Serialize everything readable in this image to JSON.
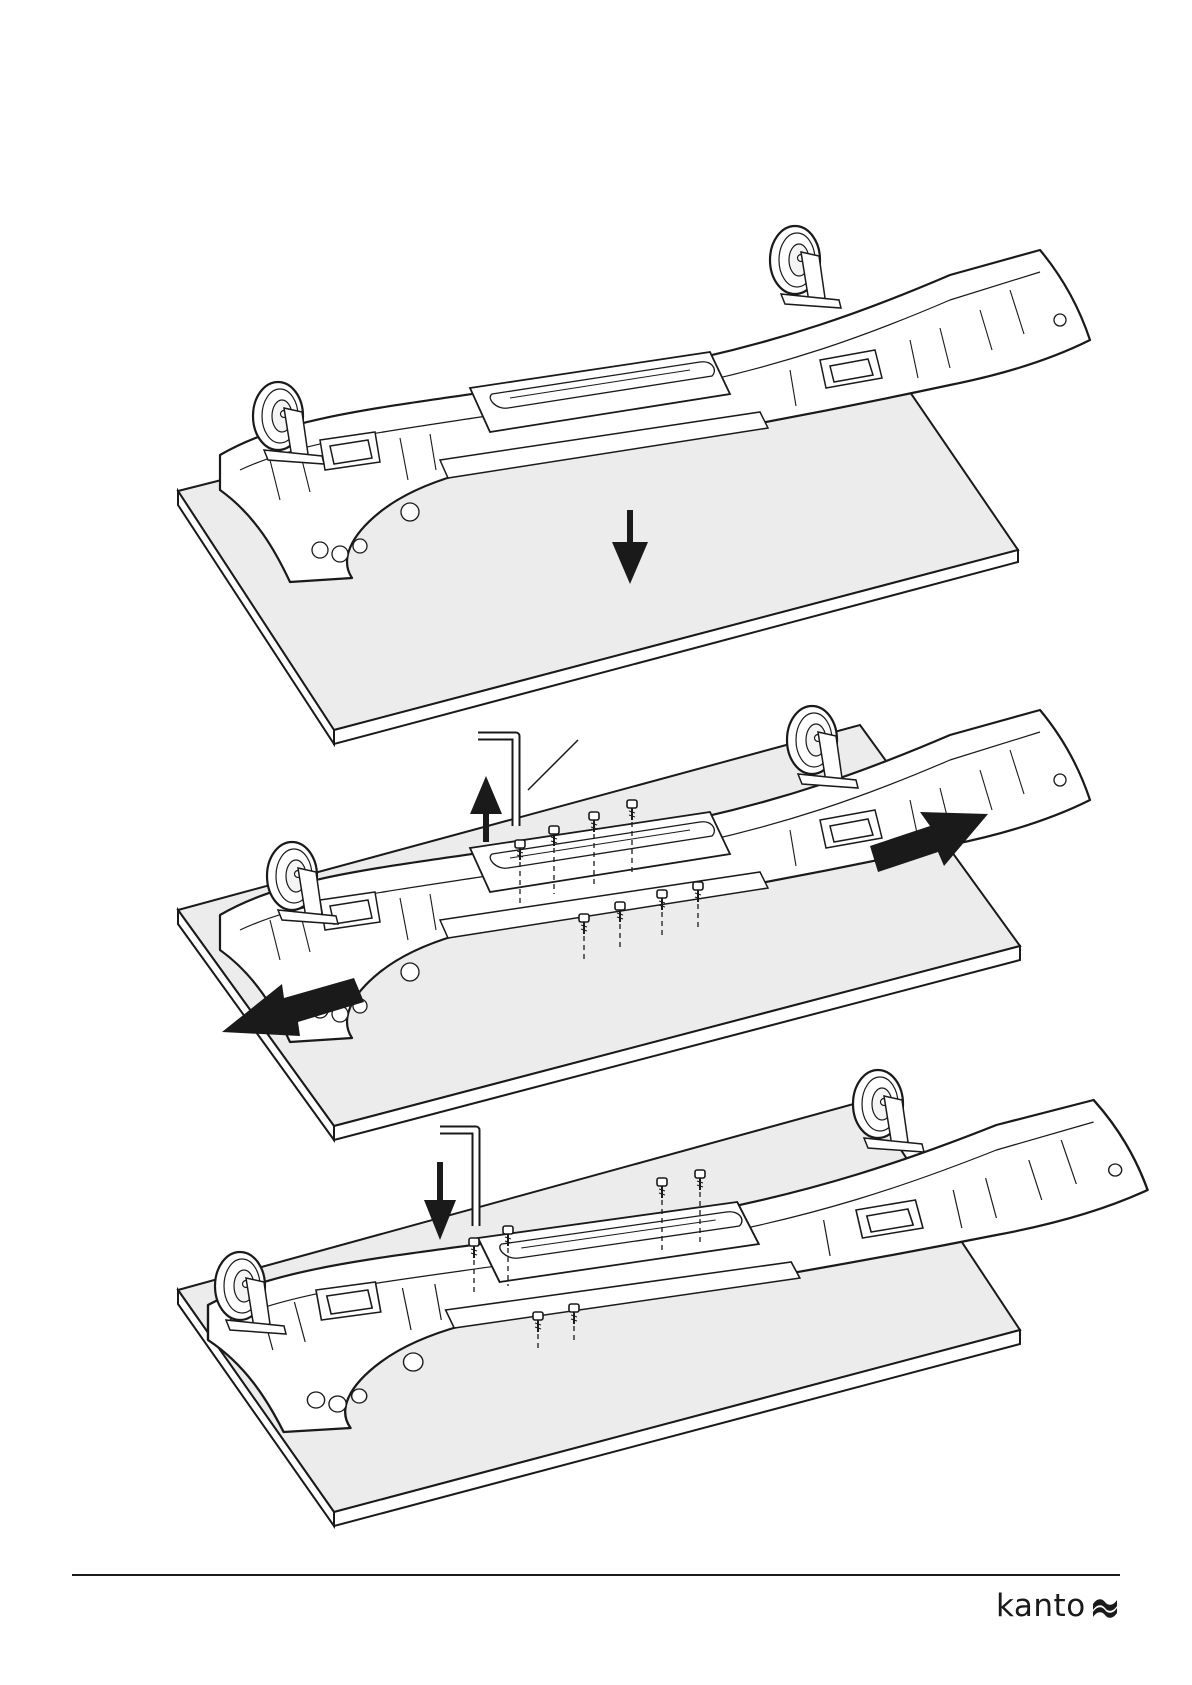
{
  "page": {
    "type": "assembly-instructions",
    "steps_illustrated": 3
  },
  "footer": {
    "brand": "kanto"
  },
  "colors": {
    "line": "#1a1a1a",
    "surface": "#ececec",
    "background": "#ffffff"
  },
  "icons": [
    "allen-key-icon",
    "screw-icon",
    "arrow-down-icon",
    "arrow-up-icon",
    "arrow-expand-icon",
    "caster-wheel-icon",
    "brand-logo-mark"
  ]
}
